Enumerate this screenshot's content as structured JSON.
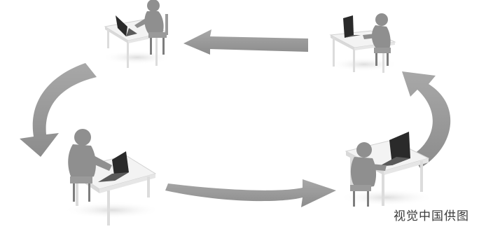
{
  "watermark": "视觉中国供图",
  "colors": {
    "background": "#ffffff",
    "arrow": "#9a9a9a",
    "figure": "#8f8f8f",
    "desk_top": "#f3f3f3",
    "desk_leg": "#dcdcdc",
    "laptop": "#2a2a2a"
  },
  "workstations": [
    {
      "id": "top-left",
      "screen": "dark"
    },
    {
      "id": "top-right",
      "screen": "dark"
    },
    {
      "id": "bottom-left",
      "screen": "dark"
    },
    {
      "id": "bottom-right",
      "screen": "dark"
    }
  ],
  "arrows": [
    "top",
    "left",
    "bottom",
    "right"
  ]
}
